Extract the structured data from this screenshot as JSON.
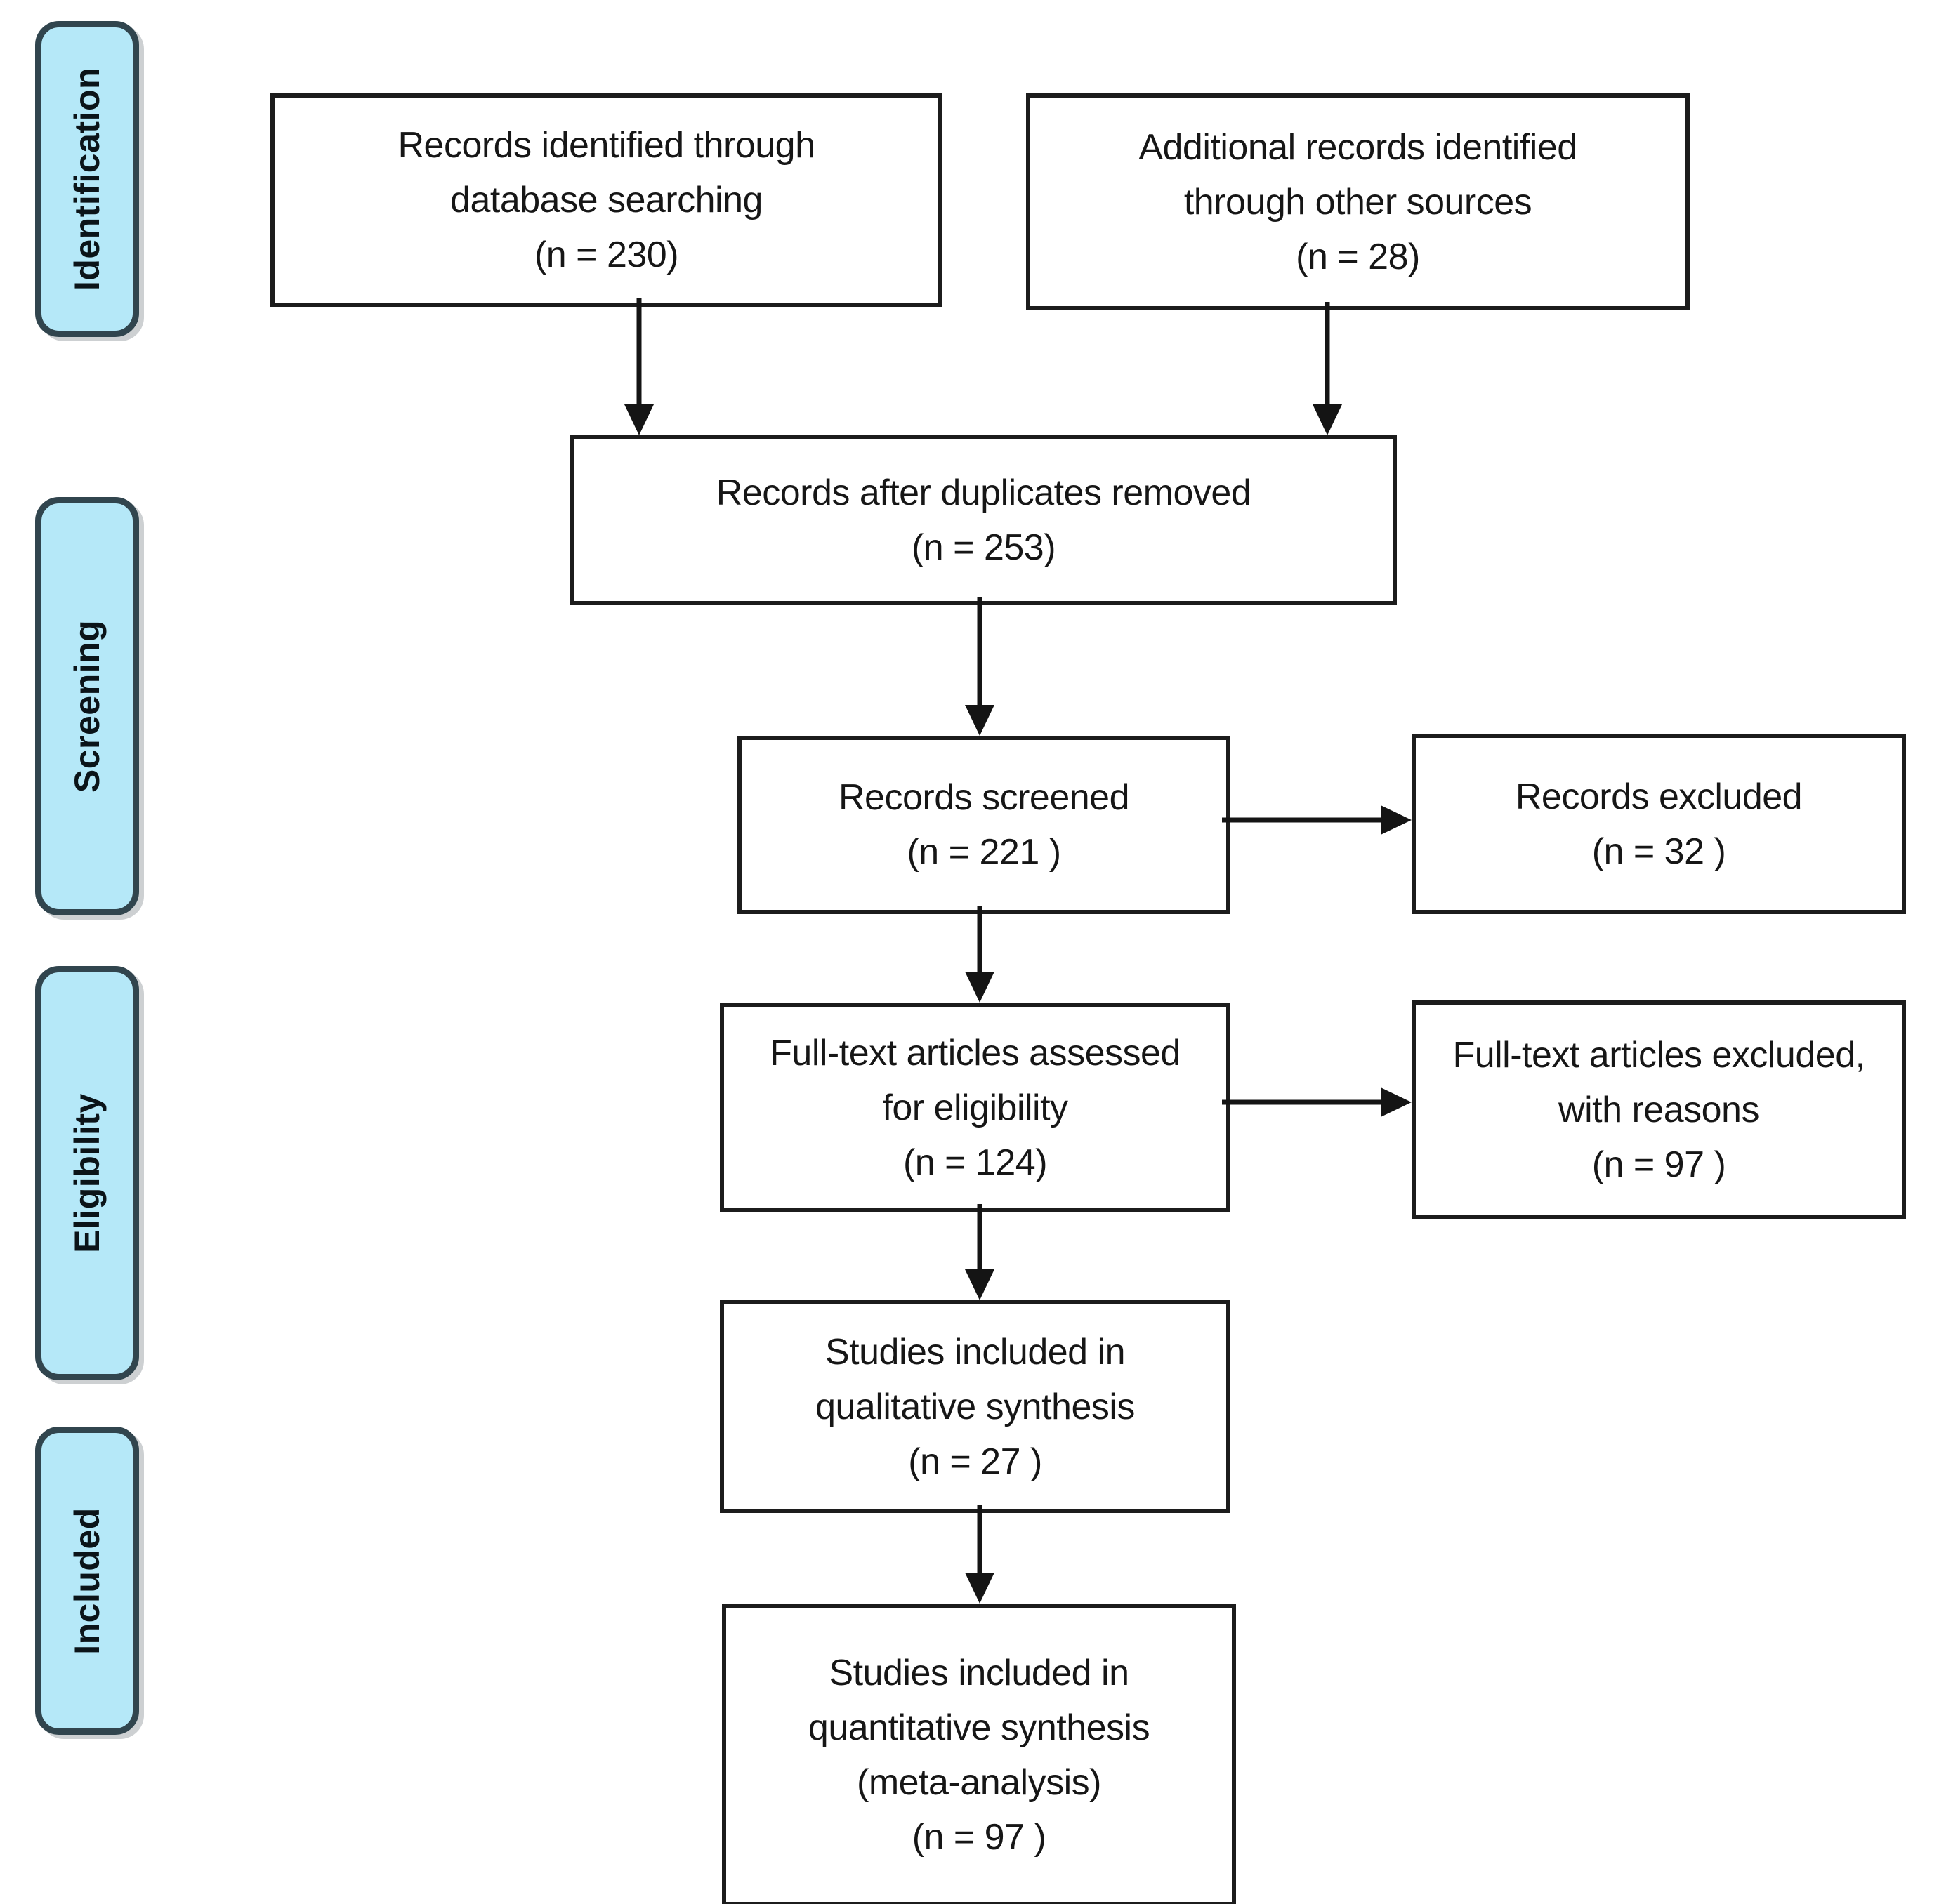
{
  "palette": {
    "background": "#ffffff",
    "stage_fill": "#b5e8f8",
    "stage_border": "#31454e",
    "box_fill": "#ffffff",
    "box_border": "#1c1c1c",
    "arrow": "#141414",
    "text": "#161616"
  },
  "sidebar": {
    "stages": [
      {
        "label": "Identification"
      },
      {
        "label": "Screening"
      },
      {
        "label": "Eligibility"
      },
      {
        "label": "Included"
      }
    ]
  },
  "flow": {
    "boxes": [
      {
        "name": "records-identified",
        "lines": [
          "Records identified through",
          "database searching"
        ],
        "count": "(n = 230)"
      },
      {
        "name": "additional-records",
        "lines": [
          "Additional records identified",
          "through other sources"
        ],
        "count": "(n = 28)"
      },
      {
        "name": "duplicates-removed",
        "lines": [
          "Records after duplicates removed"
        ],
        "count": "(n = 253)"
      },
      {
        "name": "records-screened",
        "lines": [
          "Records screened"
        ],
        "count": "(n = 221 )"
      },
      {
        "name": "records-excluded",
        "lines": [
          "Records excluded"
        ],
        "count": "(n = 32 )"
      },
      {
        "name": "fulltext-assessed",
        "lines": [
          "Full-text articles assessed",
          "for eligibility"
        ],
        "count": "(n = 124)"
      },
      {
        "name": "fulltext-excluded",
        "lines": [
          "Full-text articles excluded,",
          "with reasons"
        ],
        "count": "(n = 97 )"
      },
      {
        "name": "qualitative-synthesis",
        "lines": [
          "Studies included in",
          "qualitative synthesis"
        ],
        "count": "(n = 27 )"
      },
      {
        "name": "quantitative-synthesis",
        "lines": [
          "Studies included in",
          "quantitative synthesis",
          "(meta-analysis)"
        ],
        "count": "(n = 97 )"
      }
    ]
  }
}
